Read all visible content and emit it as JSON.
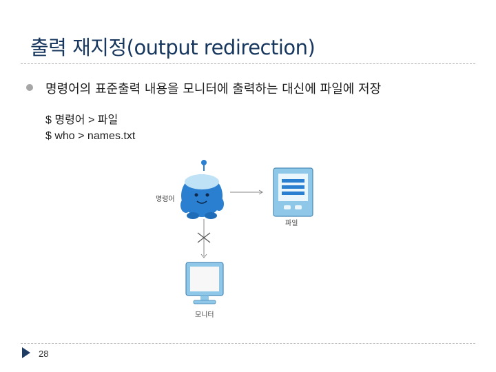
{
  "slide": {
    "title_ko": "출력 재지정",
    "title_en": "(output redirection)",
    "bullet": "명령어의 표준출력 내용을 모니터에 출력하는 대신에 파일에 저장",
    "syntax": "$ 명령어 > 파일",
    "example": "$ who > names.txt",
    "page_number": "28"
  },
  "diagram": {
    "command_label": "명령어",
    "file_label": "파일",
    "monitor_label": "모니터"
  },
  "colors": {
    "title": "#17375e",
    "mascot": "#2b7fd0",
    "file_box": "#8ec7e8",
    "nav_arrow": "#1f3d63"
  }
}
